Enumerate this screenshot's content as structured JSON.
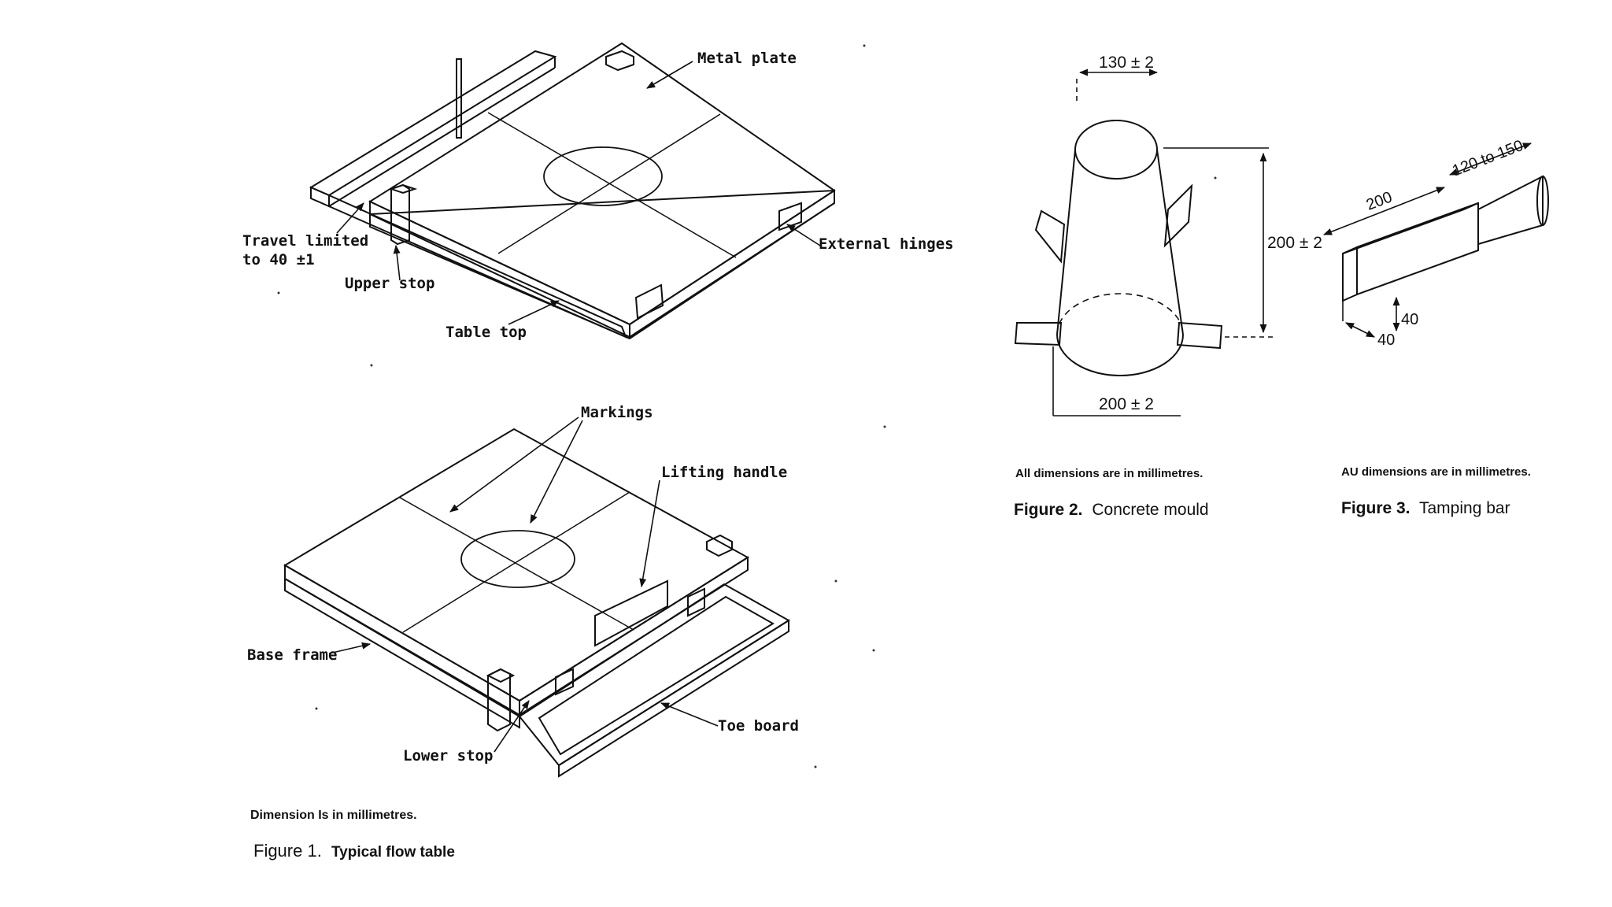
{
  "figure1": {
    "labels": {
      "metal_plate": "Metal plate",
      "travel_limited_1": "Travel limited",
      "travel_limited_2": "to 40 ±1",
      "external_hinges": "External hinges",
      "upper_stop": "Upper stop",
      "table_top": "Table top",
      "markings": "Markings",
      "lifting_handle": "Lifting handle",
      "base_frame": "Base frame",
      "toe_board": "Toe board",
      "lower_stop": "Lower stop"
    },
    "note": "Dimension Is in millimetres.",
    "caption_prefix": "Figure 1.",
    "caption_text": "Typical flow table"
  },
  "figure2": {
    "dim_top": "130 ± 2",
    "dim_height": "200 ± 2",
    "dim_bottom": "200 ± 2",
    "note": "All dimensions are in millimetres.",
    "caption_prefix": "Figure 2.",
    "caption_text": "Concrete mould"
  },
  "figure3": {
    "dim_length": "200",
    "dim_handle": "120 to 150",
    "dim_height": "40",
    "dim_width": "40",
    "note": "AU dimensions are in millimetres.",
    "caption_prefix": "Figure 3.",
    "caption_text": "Tamping bar"
  }
}
